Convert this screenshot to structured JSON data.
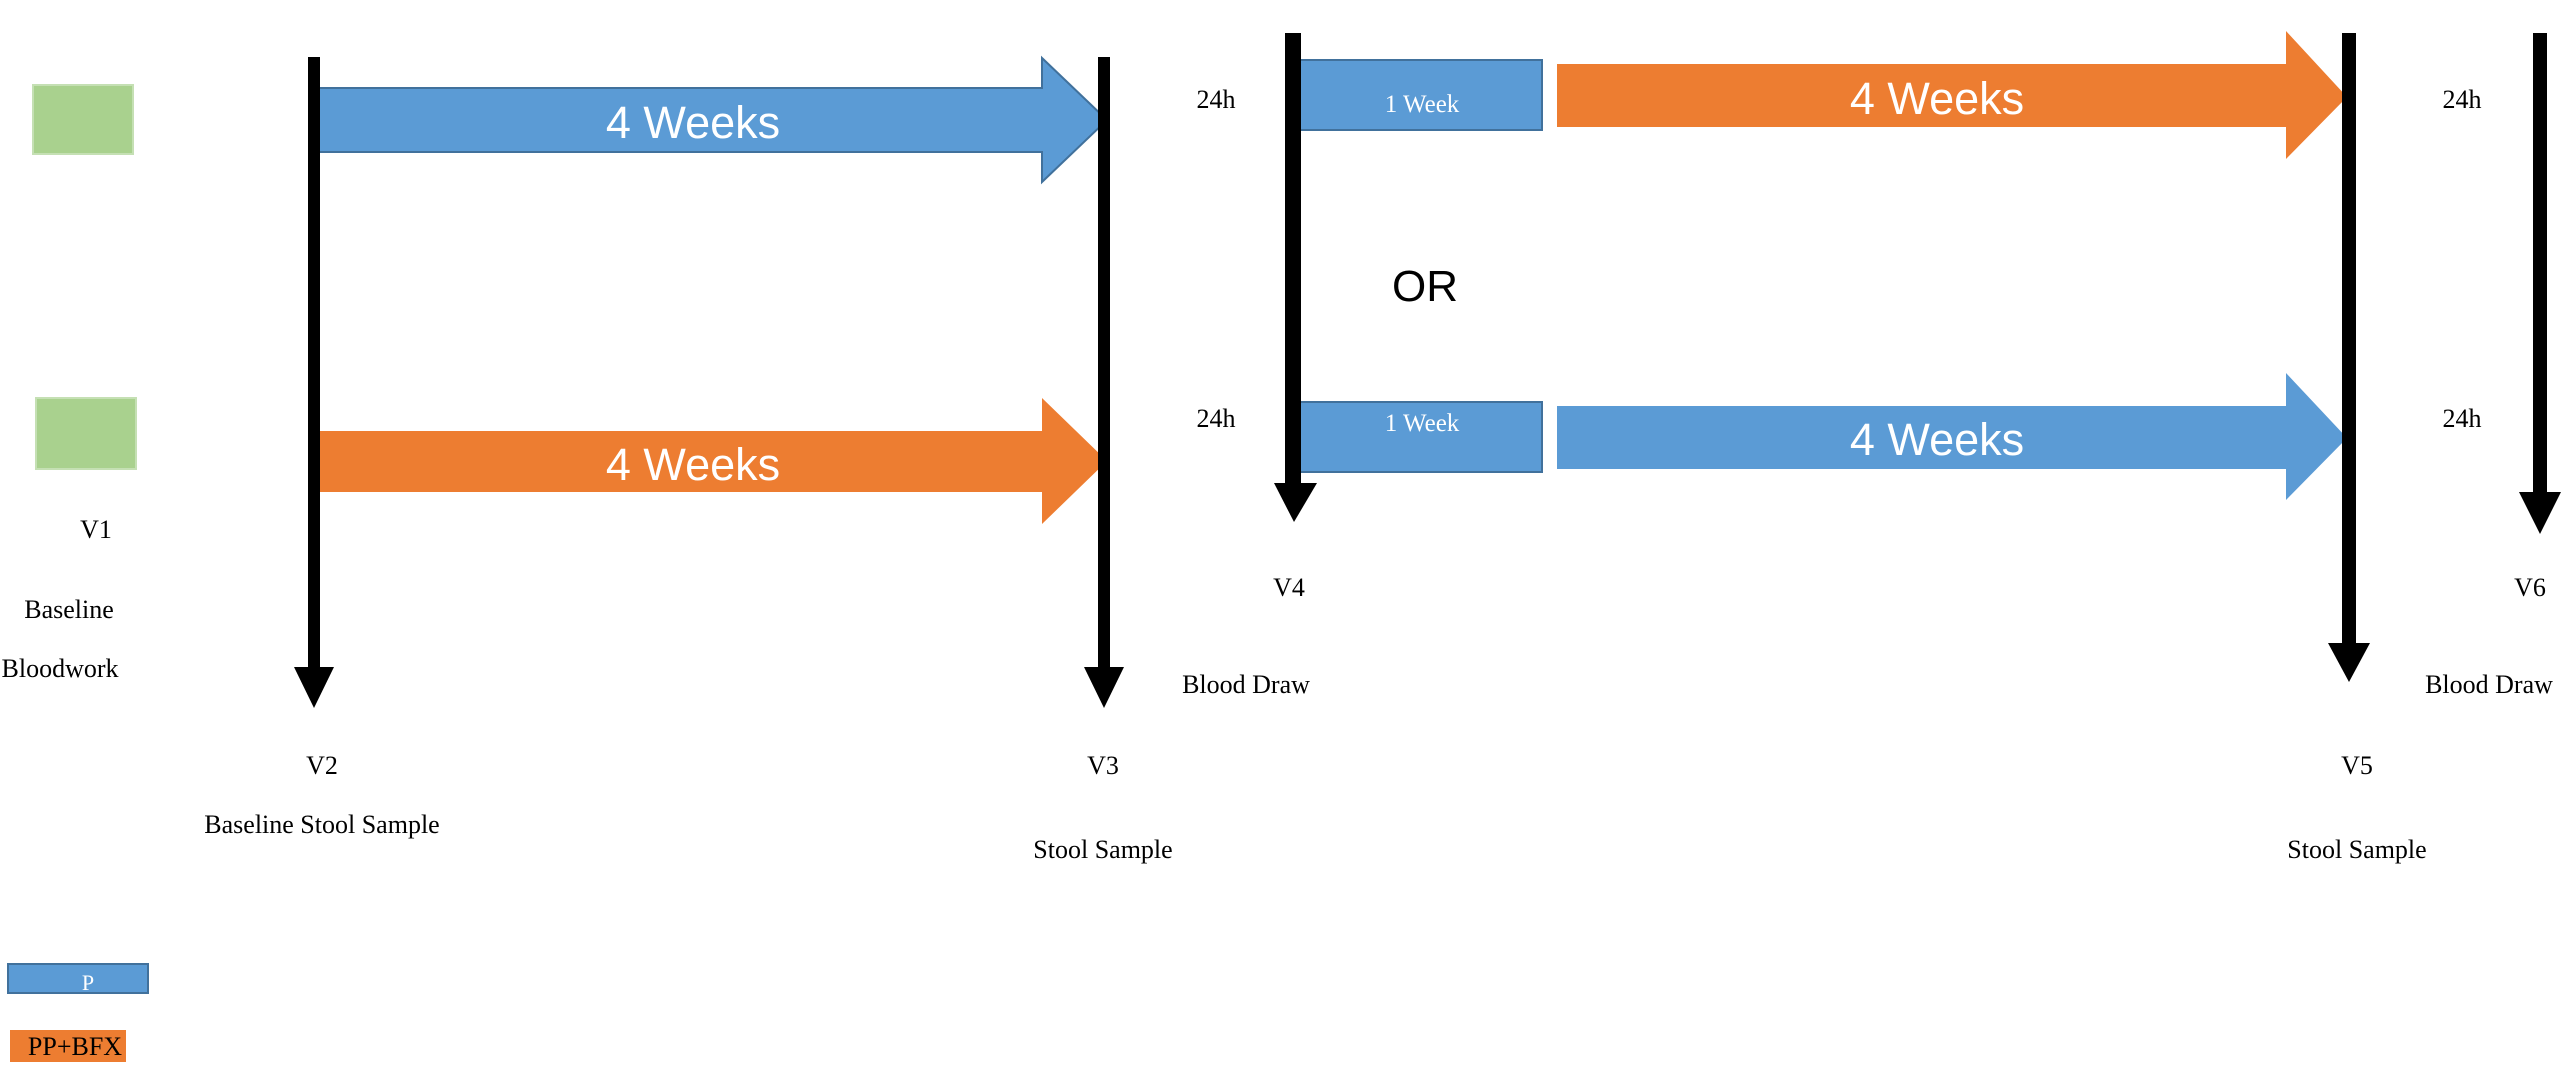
{
  "colors": {
    "blue": "#5b9bd5",
    "blue_border": "#41719c",
    "orange": "#ed7d31",
    "green": "#a9d18e",
    "line": "#000000"
  },
  "arrows": {
    "arm1_blue_4weeks": "4 Weeks",
    "arm2_orange_4weeks": "4 Weeks",
    "arm1_orange_4weeks": "4 Weeks",
    "arm2_blue_4weeks": "4 Weeks",
    "arm1_washout": "1 Week",
    "arm2_washout": "1 Week"
  },
  "labels": {
    "v1": "V1",
    "baseline": "Baseline",
    "bloodwork": "Bloodwork",
    "v2": "V2",
    "baseline_stool": "Baseline Stool Sample",
    "v3": "V3",
    "stool_v3": "Stool Sample",
    "h24_a": "24h",
    "h24_b": "24h",
    "h24_c": "24h",
    "h24_d": "24h",
    "blood_draw_v4": "Blood Draw",
    "v4": "V4",
    "or": "OR",
    "v5": "V5",
    "stool_v5": "Stool Sample",
    "v6": "V6",
    "blood_draw_v6": "Blood Draw"
  },
  "legend": {
    "p_label": "P",
    "ppbfx_label": "PP+BFX"
  }
}
